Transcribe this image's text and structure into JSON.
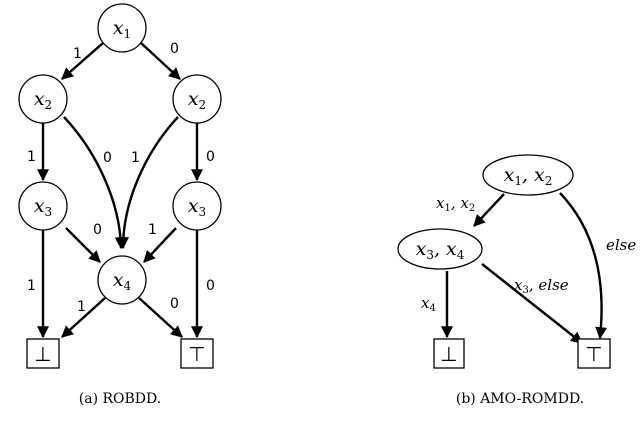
{
  "left": {
    "nodes": {
      "x1": {
        "var": "x",
        "sub": "1"
      },
      "x2a": {
        "var": "x",
        "sub": "2"
      },
      "x2b": {
        "var": "x",
        "sub": "2"
      },
      "x3a": {
        "var": "x",
        "sub": "3"
      },
      "x3b": {
        "var": "x",
        "sub": "3"
      },
      "x4": {
        "var": "x",
        "sub": "4"
      }
    },
    "terminals": {
      "false": "⊥",
      "true": "⊤"
    },
    "edge_labels": {
      "x1_x2a": "1",
      "x1_x2b": "0",
      "x2a_x3a": "1",
      "x2a_x4": "0",
      "x2b_x4": "1",
      "x2b_x3b": "0",
      "x3a_x4": "0",
      "x3a_false": "1",
      "x3b_x4": "1",
      "x3b_true": "0",
      "x4_false": "1",
      "x4_true": "0"
    },
    "caption": "(a) ROBDD."
  },
  "right": {
    "nodes": {
      "top": {
        "v1": "x",
        "s1": "1",
        "v2": "x",
        "s2": "2"
      },
      "mid": {
        "v1": "x",
        "s1": "3",
        "v2": "x",
        "s2": "4"
      }
    },
    "terminals": {
      "false": "⊥",
      "true": "⊤"
    },
    "edge_labels": {
      "top_mid": {
        "v1": "x",
        "s1": "1",
        "v2": "x",
        "s2": "2"
      },
      "top_true": "else",
      "mid_false": {
        "v1": "x",
        "s1": "4"
      },
      "mid_true": {
        "v1": "x",
        "s1": "3",
        "word": "else"
      }
    },
    "caption": "(b) AMO-ROMDD."
  }
}
